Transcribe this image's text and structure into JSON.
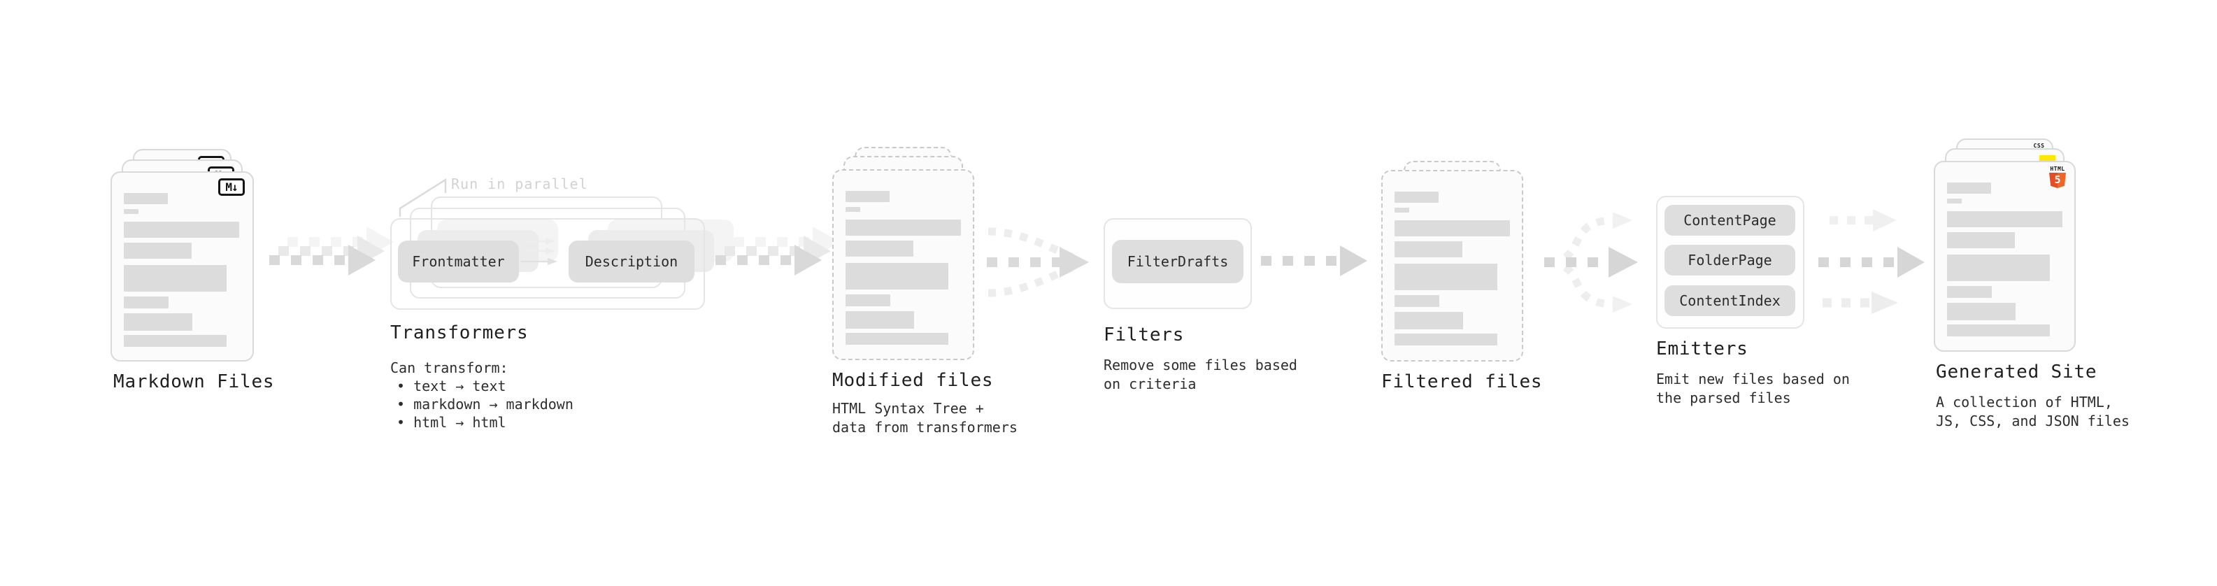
{
  "nodes": {
    "markdown_files": {
      "label": "Markdown Files",
      "icon": "M↓"
    },
    "transformers": {
      "label": "Transformers",
      "annotation": "Run in parallel",
      "pills": [
        "Frontmatter",
        "Description"
      ],
      "note_heading": "Can transform:",
      "notes": [
        "• text → text",
        "• markdown → markdown",
        "• html → html"
      ]
    },
    "modified_files": {
      "label": "Modified files",
      "subtitle": "HTML Syntax Tree +\ndata from transformers"
    },
    "filters": {
      "label": "Filters",
      "pills": [
        "FilterDrafts"
      ],
      "subtitle": "Remove some files based\non criteria"
    },
    "filtered_files": {
      "label": "Filtered files"
    },
    "emitters": {
      "label": "Emitters",
      "pills": [
        "ContentPage",
        "FolderPage",
        "ContentIndex"
      ],
      "subtitle": "Emit new files based on\nthe parsed files"
    },
    "generated_site": {
      "label": "Generated Site",
      "subtitle": "A collection of HTML,\nJS, CSS, and JSON files",
      "badges": {
        "css_label": "CSS",
        "html_label": "HTML",
        "html_number": "5"
      }
    }
  },
  "colors": {
    "html5_orange": "#e44d26",
    "html5_orange_light": "#f16529",
    "js_yellow": "#ffe600",
    "css_blue": "#2760e8"
  }
}
